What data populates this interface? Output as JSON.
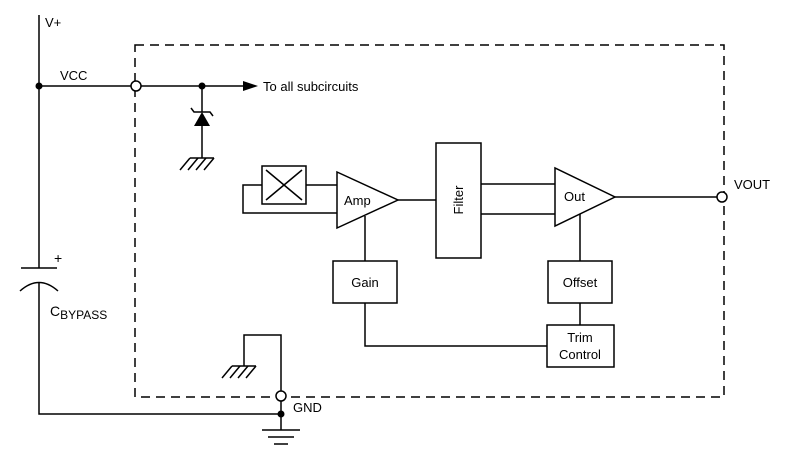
{
  "labels": {
    "v_plus": "V+",
    "vcc": "VCC",
    "to_all_subcircuits": "To all subcircuits",
    "vout": "VOUT",
    "gnd": "GND",
    "cap_c": "C",
    "cap_sub": "BYPASS",
    "cap_plus": "+"
  },
  "blocks": {
    "amp": "Amp",
    "filter": "Filter",
    "out": "Out",
    "gain": "Gain",
    "offset": "Offset",
    "trim_line1": "Trim",
    "trim_line2": "Control"
  }
}
